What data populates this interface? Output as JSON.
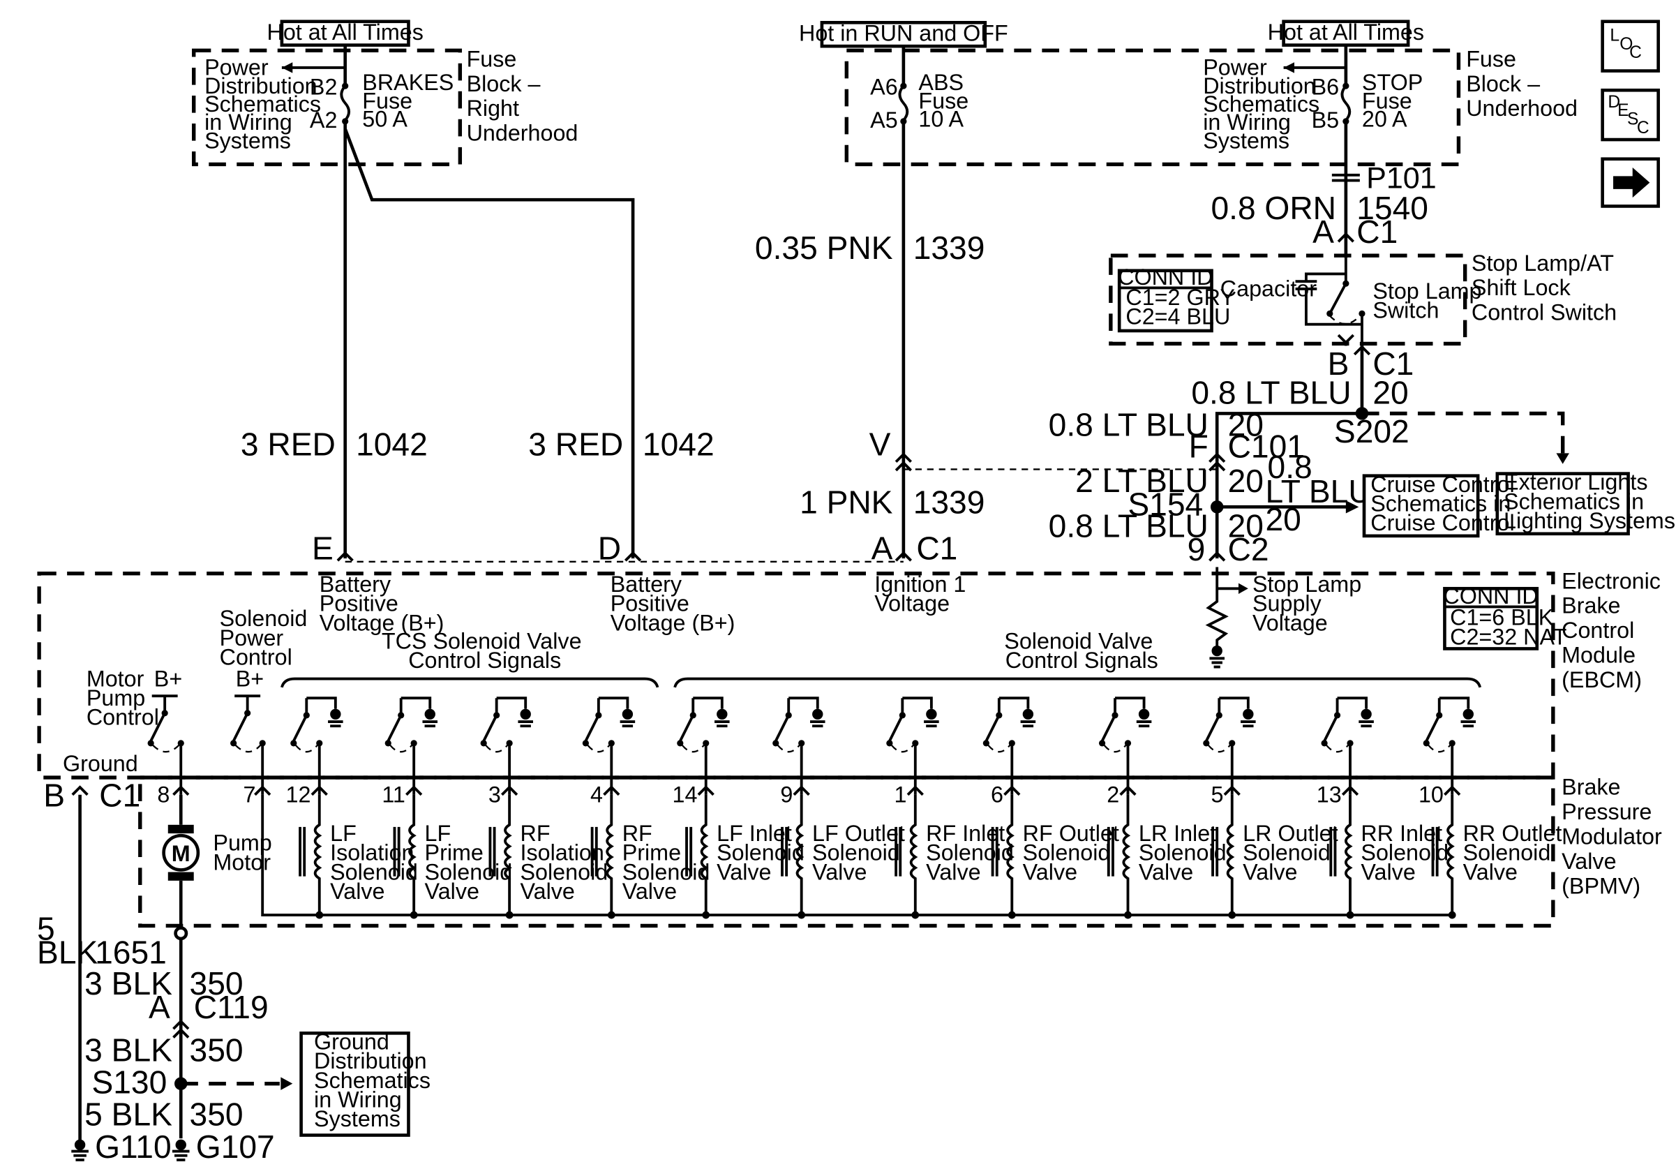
{
  "side_buttons": {
    "loc": "LOC",
    "desc": "DESC",
    "next": "next-arrow-icon"
  },
  "top_labels": {
    "hot_left": "Hot at All Times",
    "hot_run": "Hot in RUN and OFF",
    "hot_right": "Hot at All Times"
  },
  "fuse_left": {
    "block_name": [
      "Fuse",
      "Block –",
      "Right",
      "Underhood"
    ],
    "power_note": [
      "Power",
      "Distribution",
      "Schematics",
      "in Wiring",
      "Systems"
    ],
    "pin_top": "B2",
    "pin_bottom": "A2",
    "fuse_label": [
      "BRAKES",
      "Fuse",
      "50 A"
    ]
  },
  "fuse_abs": {
    "pin_top": "A6",
    "pin_bottom": "A5",
    "fuse_label": [
      "ABS",
      "Fuse",
      "10 A"
    ]
  },
  "fuse_right": {
    "block_name": [
      "Fuse",
      "Block –",
      "Underhood"
    ],
    "power_note": [
      "Power",
      "Distribution",
      "Schematics",
      "in Wiring",
      "Systems"
    ],
    "pin_top": "B6",
    "pin_bottom": "B5",
    "fuse_label": [
      "STOP",
      "Fuse",
      "20 A"
    ]
  },
  "wires": {
    "w_1042_left": "3 RED",
    "c_1042_left": "1042",
    "w_1042_right": "3 RED",
    "c_1042_right": "1042",
    "w_0_35_pnk": "0.35 PNK",
    "c_0_35_pnk": "1339",
    "w_1_pnk": "1 PNK",
    "c_1_pnk": "1339",
    "w_0_8_orn": "0.8 ORN",
    "c_0_8_orn": "1540",
    "w_ltblu_top": "0.8 LT BLU",
    "c_ltblu_top": "20",
    "w_ltblu_f": "0.8 LT BLU",
    "c_ltblu_f": "20",
    "w_2ltblu": "2 LT BLU",
    "c_2ltblu": "20",
    "w_0_8_a": "0.8",
    "w_ltblu_cruise": "LT BLU",
    "c_ltblu_cruise": "20",
    "w_ltblu_9": "0.8 LT BLU",
    "c_ltblu_9": "20",
    "w_5": "5",
    "w_blk_1651": "BLK",
    "c_1651": "1651",
    "w_3blk_a": "3 BLK",
    "c_350_a": "350",
    "w_3blk_b": "3 BLK",
    "c_350_b": "350",
    "w_5blk": "5 BLK",
    "c_350_c": "350"
  },
  "connectors": {
    "p101": "P101",
    "a_c1_top_pin": "A",
    "a_c1_top": "C1",
    "b_c1_pin": "B",
    "b_c1": "C1",
    "s202": "S202",
    "f_pin": "F",
    "c101": "C101",
    "v_pin": "V",
    "s154": "S154",
    "e_pin": "E",
    "d_pin": "D",
    "a_pin": "A",
    "c1_ebcm": "C1",
    "pin_9": "9",
    "c2_ebcm": "C2",
    "b_ground_pin": "B",
    "c1_ground": "C1",
    "a_c119_pin": "A",
    "c119": "C119",
    "s130": "S130",
    "g110": "G110",
    "g107": "G107"
  },
  "switch": {
    "name": [
      "Stop Lamp/AT",
      "Shift Lock",
      "Control Switch"
    ],
    "conn_id_title": "CONN ID",
    "conn_id_lines": [
      "C1=2 GRY",
      "C2=4 BLU"
    ],
    "capacitor": "Capacitor",
    "switch_label": [
      "Stop Lamp",
      "Switch"
    ]
  },
  "refs": {
    "exterior": [
      "Exterior Lights",
      "Schematics in",
      "Lighting Systems"
    ],
    "cruise": [
      "Cruise Control",
      "Schematics in",
      "Cruise Control"
    ],
    "ground": [
      "Ground",
      "Distribution",
      "Schematics",
      "in Wiring",
      "Systems"
    ]
  },
  "ebcm": {
    "name": [
      "Electronic",
      "Brake",
      "Control",
      "Module",
      "(EBCM)"
    ],
    "conn_id_title": "CONN ID",
    "conn_id_lines": [
      "C1=6 BLK",
      "C2=32 NAT"
    ],
    "battery_e": [
      "Battery",
      "Positive",
      "Voltage (B+)"
    ],
    "battery_d": [
      "Battery",
      "Positive",
      "Voltage (B+)"
    ],
    "ignition": [
      "Ignition 1",
      "Voltage"
    ],
    "stop_supply": [
      "Stop Lamp",
      "Supply",
      "Voltage"
    ],
    "solenoid_power": [
      "Solenoid",
      "Power",
      "Control"
    ],
    "motor_pump": [
      "Motor",
      "Pump",
      "Control"
    ],
    "bplus_1": "B+",
    "bplus_2": "B+",
    "tcs_signals": [
      "TCS Solenoid Valve",
      "Control Signals"
    ],
    "sv_signals": [
      "Solenoid Valve",
      "Control Signals"
    ],
    "ground": "Ground"
  },
  "bpmv": {
    "name": [
      "Brake",
      "Pressure",
      "Modulator",
      "Valve",
      "(BPMV)"
    ],
    "pump_motor": [
      "Pump",
      "Motor"
    ],
    "motor_symbol": "M",
    "pin_motor": "8",
    "pin_solpwr": "7",
    "valves": [
      {
        "pin": "12",
        "lines": [
          "LF",
          "Isolation",
          "Solenoid",
          "Valve"
        ]
      },
      {
        "pin": "11",
        "lines": [
          "LF",
          "Prime",
          "Solenoid",
          "Valve"
        ]
      },
      {
        "pin": "3",
        "lines": [
          "RF",
          "Isolation",
          "Solenoid",
          "Valve"
        ]
      },
      {
        "pin": "4",
        "lines": [
          "RF",
          "Prime",
          "Solenoid",
          "Valve"
        ]
      },
      {
        "pin": "14",
        "lines": [
          "LF Inlet",
          "Solenoid",
          "Valve"
        ]
      },
      {
        "pin": "9",
        "lines": [
          "LF Outlet",
          "Solenoid",
          "Valve"
        ]
      },
      {
        "pin": "1",
        "lines": [
          "RF Inlet",
          "Solenoid",
          "Valve"
        ]
      },
      {
        "pin": "6",
        "lines": [
          "RF Outlet",
          "Solenoid",
          "Valve"
        ]
      },
      {
        "pin": "2",
        "lines": [
          "LR Inlet",
          "Solenoid",
          "Valve"
        ]
      },
      {
        "pin": "5",
        "lines": [
          "LR Outlet",
          "Solenoid",
          "Valve"
        ]
      },
      {
        "pin": "13",
        "lines": [
          "RR Inlet",
          "Solenoid",
          "Valve"
        ]
      },
      {
        "pin": "10",
        "lines": [
          "RR Outlet",
          "Solenoid",
          "Valve"
        ]
      }
    ]
  }
}
